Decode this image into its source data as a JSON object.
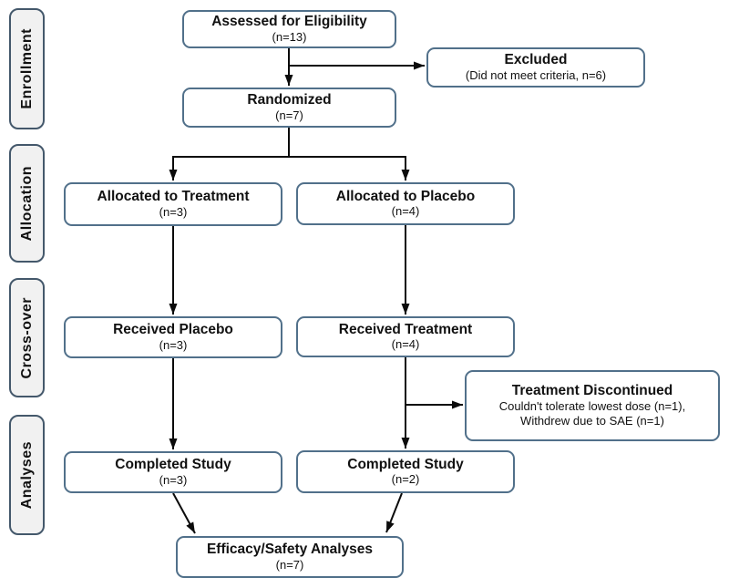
{
  "diagram": {
    "type": "consort-flowchart",
    "colors": {
      "box_border": "#51708a",
      "label_border": "#44586b",
      "label_fill": "#f1f1f1",
      "arrow": "#0b0b0b",
      "text": "#111111"
    },
    "section_labels": [
      {
        "label": "Enrollment"
      },
      {
        "label": "Allocation"
      },
      {
        "label": "Cross-over"
      },
      {
        "label": "Analyses"
      }
    ],
    "nodes": [
      {
        "title": "Assessed for Eligibility",
        "subtitle": "(n=13)"
      },
      {
        "title": "Excluded",
        "subtitle": "(Did not meet criteria, n=6)"
      },
      {
        "title": "Randomized",
        "subtitle": "(n=7)"
      },
      {
        "title": "Allocated to Treatment",
        "subtitle": "(n=3)"
      },
      {
        "title": "Allocated to Placebo",
        "subtitle": "(n=4)"
      },
      {
        "title": "Received Placebo",
        "subtitle": "(n=3)"
      },
      {
        "title": "Received Treatment",
        "subtitle": "(n=4)"
      },
      {
        "title": "Treatment Discontinued",
        "subtitle": "Couldn't tolerate lowest dose (n=1),\nWithdrew due to SAE (n=1)"
      },
      {
        "title": "Completed Study",
        "subtitle": "(n=3)"
      },
      {
        "title": "Completed Study",
        "subtitle": "(n=2)"
      },
      {
        "title": "Efficacy/Safety Analyses",
        "subtitle": "(n=7)"
      }
    ]
  }
}
